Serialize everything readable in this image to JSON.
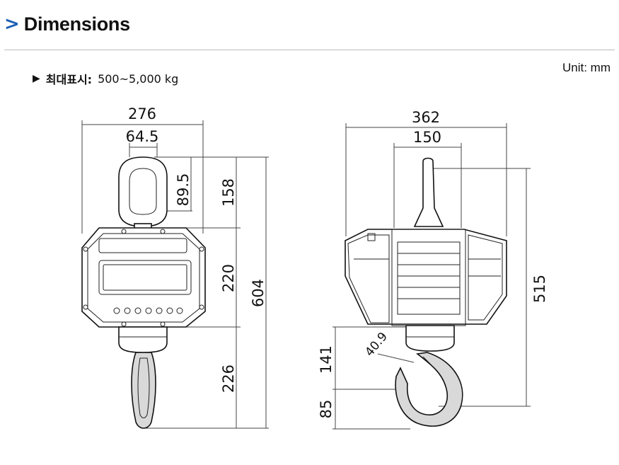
{
  "header": {
    "chevron": ">",
    "title": "Dimensions"
  },
  "unit_label": "Unit: mm",
  "spec": {
    "marker": "▶",
    "label": "최대표시:",
    "value": "500~5,000 kg"
  },
  "front_view": {
    "width_total": "276",
    "eye_width": "64.5",
    "eye_height": "89.5",
    "eye_section": "158",
    "body_height": "220",
    "total_height": "604",
    "hook_section": "226"
  },
  "side_view": {
    "width_total": "362",
    "top_width": "150",
    "height": "515",
    "hook_gap": "40.9",
    "hook_depth": "141",
    "hook_bottom": "85"
  }
}
